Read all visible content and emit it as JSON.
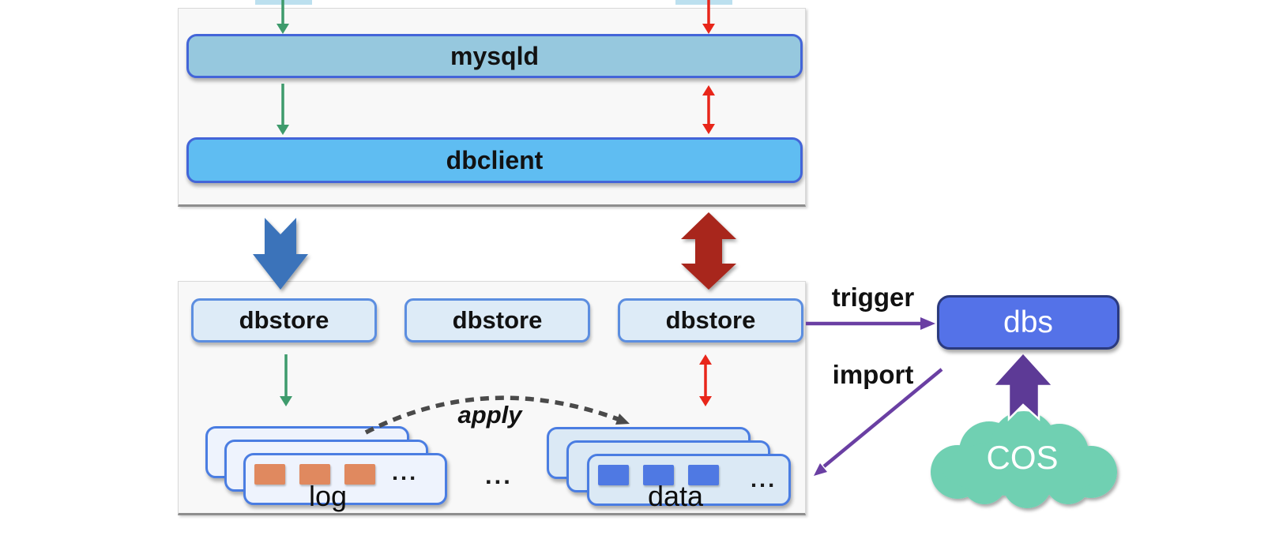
{
  "diagram": {
    "top_panel": {
      "mysqld_label": "mysqld",
      "dbclient_label": "dbclient"
    },
    "bottom_panel": {
      "dbstore_labels": [
        "dbstore",
        "dbstore",
        "dbstore"
      ],
      "log_stack": {
        "label": "log",
        "ellipsis": "...",
        "segments": 3,
        "segment_color": "#E0895F"
      },
      "data_stack": {
        "label": "data",
        "ellipsis": "...",
        "segments": 3,
        "segment_color": "#4F79E3"
      },
      "middle_ellipsis": "...",
      "apply_label": "apply"
    },
    "right_side": {
      "trigger_label": "trigger",
      "import_label": "import",
      "dbs_label": "dbs",
      "cos_label": "COS"
    },
    "edges": {
      "trigger": {
        "from": "dbstore-3",
        "to": "dbs"
      },
      "import": {
        "from": "dbs",
        "to": "data-stack"
      },
      "apply": {
        "from": "log-stack",
        "to": "data-stack"
      },
      "cos_upload": {
        "from": "COS",
        "to": "dbs"
      }
    },
    "colors": {
      "mysqld_fill": "#96C8DE",
      "dbclient_fill": "#5FBDF2",
      "dbstore_fill": "#DDEBF7",
      "box_border_blue": "#4365D8",
      "green_arrow": "#3E9B6C",
      "red_arrow": "#E8261A",
      "big_blue_arrow": "#3A73BA",
      "big_red_arrow": "#A8261D",
      "purple_arrow": "#6A3FA3",
      "purple_block_arrow": "#5D3A96",
      "dbs_fill": "#5472E8",
      "cloud_fill": "#6FD0B2",
      "log_segment": "#E0895F",
      "data_segment": "#4F79E3",
      "panel_bg": "#F8F8F8"
    }
  }
}
